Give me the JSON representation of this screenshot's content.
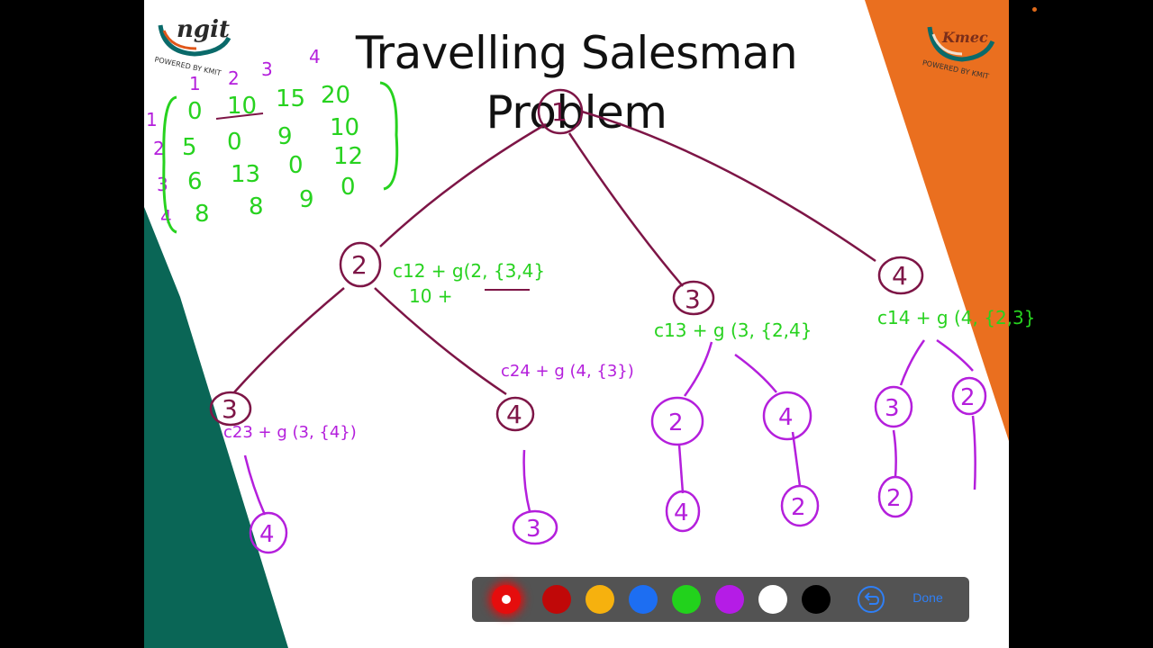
{
  "slide": {
    "title": "Travelling Salesman Problem",
    "logo_left": {
      "wordmark": "ngit",
      "tagline": "POWERED BY KMIT"
    },
    "logo_right": {
      "wordmark": "Kmec",
      "tagline": "POWERED BY KMIT"
    }
  },
  "annotations": {
    "col_headers": [
      "1",
      "2",
      "3",
      "4"
    ],
    "row_headers": [
      "1",
      "2",
      "3",
      "4"
    ],
    "matrix": [
      [
        "0",
        "10",
        "15",
        "20"
      ],
      [
        "5",
        "0",
        "9",
        "10"
      ],
      [
        "6",
        "13",
        "0",
        "12"
      ],
      [
        "8",
        "8",
        "9",
        "0"
      ]
    ],
    "nodes": {
      "root": "1",
      "l1": [
        "2",
        "3",
        "4"
      ],
      "l2": [
        "3",
        "4",
        "2",
        "4",
        "3",
        "2"
      ],
      "l3": [
        "4",
        "3",
        "4",
        "2",
        "2"
      ]
    },
    "formulas": {
      "f_node2": "c12 + g(2, {3,4}",
      "f_node2_sub": "10 +",
      "f_node3": "c13 + g (3, {2,4}",
      "f_node4": "c14 + g (4, {2,3}",
      "f_node23": "c23 + g (3, {4})",
      "f_node24": "c24 + g (4, {3})"
    }
  },
  "toolbar": {
    "colors": [
      {
        "name": "red",
        "hex": "#e50d0d",
        "selected": true
      },
      {
        "name": "dark-red",
        "hex": "#c00808",
        "selected": false
      },
      {
        "name": "yellow",
        "hex": "#f6b10e",
        "selected": false
      },
      {
        "name": "blue",
        "hex": "#1d6ef2",
        "selected": false
      },
      {
        "name": "green",
        "hex": "#22d21c",
        "selected": false
      },
      {
        "name": "purple",
        "hex": "#b51ce6",
        "selected": false
      },
      {
        "name": "white",
        "hex": "#ffffff",
        "selected": false
      },
      {
        "name": "black",
        "hex": "#000000",
        "selected": false
      }
    ],
    "undo_icon": "undo-icon",
    "done_label": "Done"
  },
  "ink_colors": {
    "maroon": "#7d1546",
    "green": "#27d21f",
    "purple": "#b41fdc"
  }
}
